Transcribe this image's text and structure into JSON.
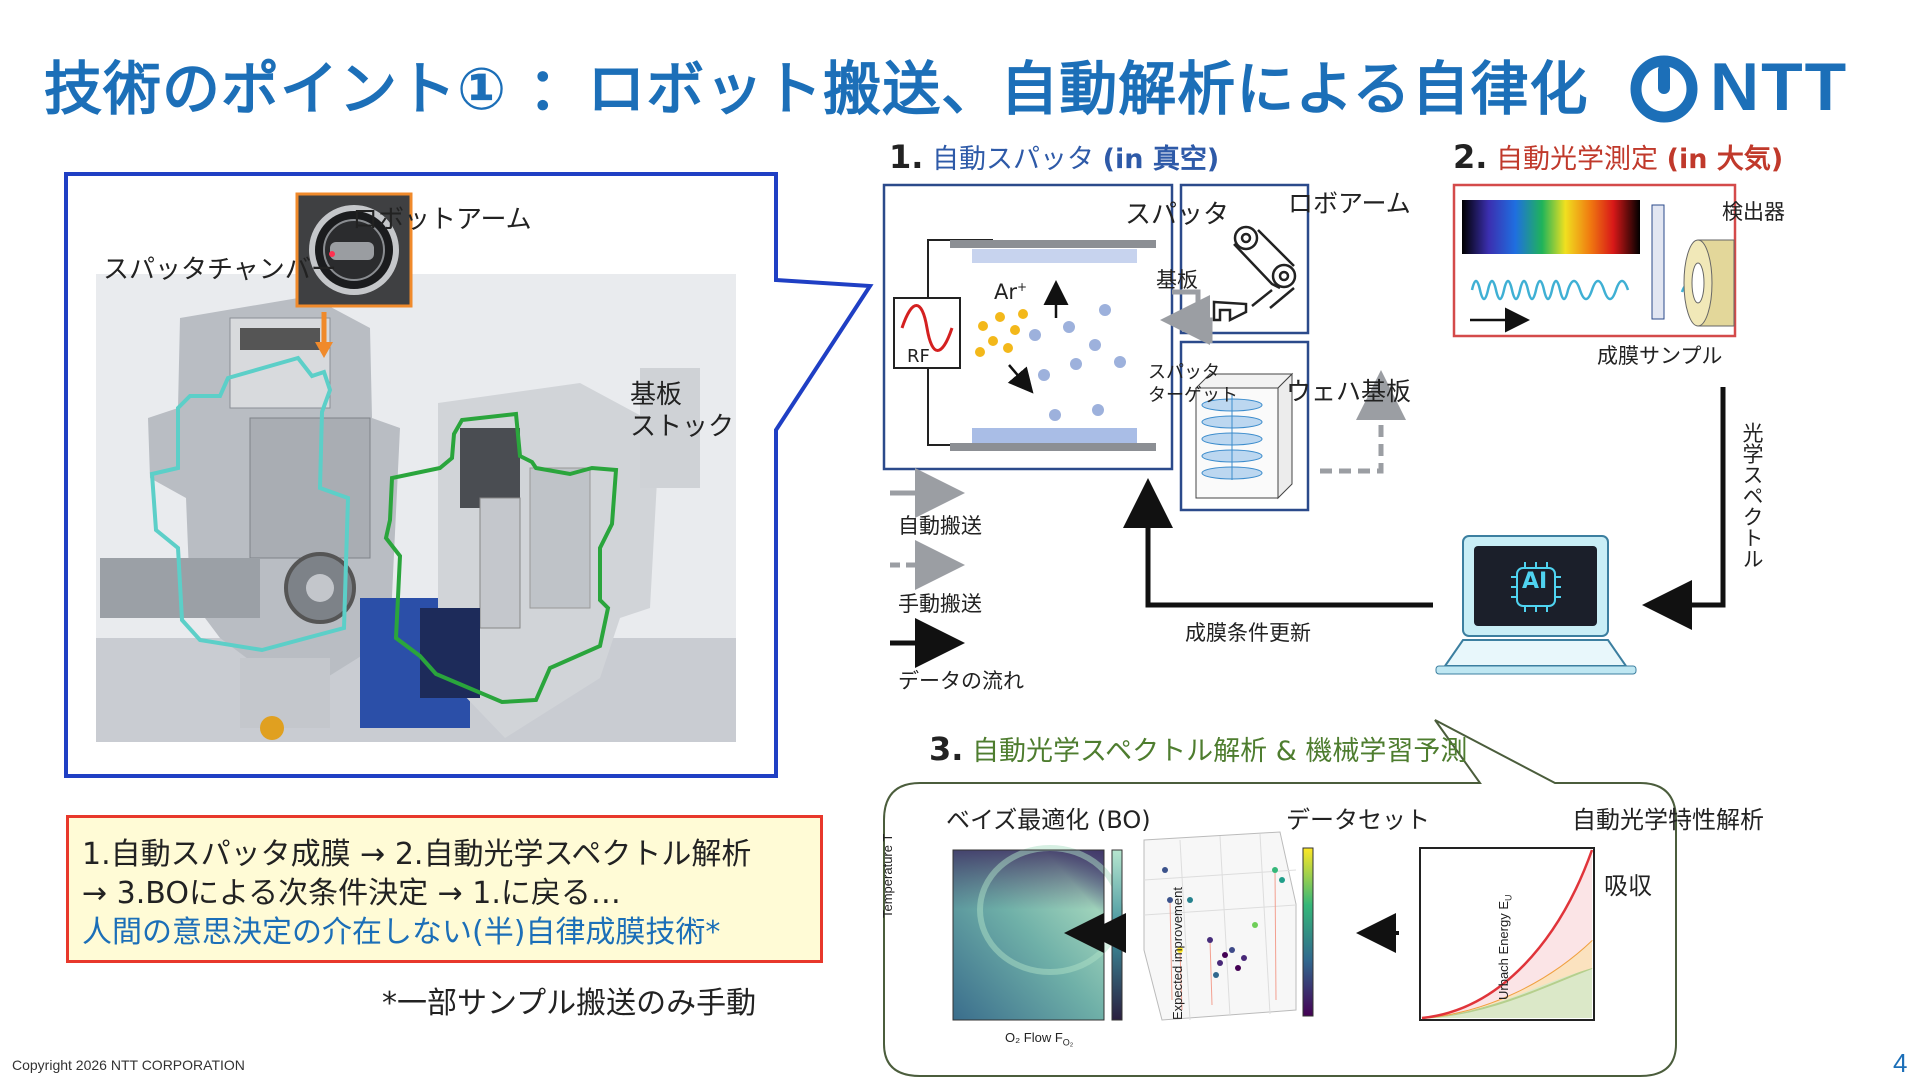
{
  "slide": {
    "title": "技術のポイント① ：ロボット搬送、自動解析による自律化",
    "logo_text": "NTT",
    "copyright": "Copyright 2026 NTT CORPORATION",
    "page_number": "4"
  },
  "photo": {
    "label_chamber": "スパッタチャンバー",
    "label_robot_arm": "ロボットアーム",
    "label_stock_line1": "基板",
    "label_stock_line2": "ストック"
  },
  "summary": {
    "line1": "1.自動スパッタ成膜 → 2.自動光学スペクトル解析",
    "line2": "→ 3.BOによる次条件決定 → 1.に戻る…",
    "line3": "人間の意思決定の介在しない(半)自律成膜技術*",
    "footnote": "*一部サンプル搬送のみ手動"
  },
  "section1": {
    "num": "1.",
    "title": "自動スパッタ",
    "suffix": "(in 真空)",
    "sputter_label": "スパッタ",
    "substrate_label": "基板",
    "ar_label": "Ar",
    "ar_sup": "+",
    "rf_label": "RF",
    "target_line1": "スパッタ",
    "target_line2": "ターゲット"
  },
  "robot": {
    "label": "ロボアーム"
  },
  "wafer": {
    "label": "ウェハ基板"
  },
  "section2": {
    "num": "2.",
    "title": "自動光学測定",
    "suffix": "(in 大気)",
    "detector_label": "検出器",
    "sample_label": "成膜サンプル"
  },
  "legend": {
    "auto_transport": "自動搬送",
    "manual_transport": "手動搬送",
    "data_flow": "データの流れ"
  },
  "flow": {
    "spectrum_label": "光学スペクトル",
    "update_label": "成膜条件更新",
    "ai_label": "AI"
  },
  "section3": {
    "num": "3.",
    "title": "自動光学スペクトル解析 & 機械学習予測",
    "bo_title": "ベイズ最適化 (BO)",
    "dataset_title": "データセット",
    "analysis_title": "自動光学特性解析",
    "absorption_label": "吸収",
    "bo_ylabel": "Temperature T",
    "bo_xlabel": "O₂ Flow F",
    "bo_xlabel_sub": "O₂",
    "bo_cbar_label": "Expected improvement",
    "ds_cbar_label": "Urbach Energy E",
    "ds_cbar_sub": "U"
  },
  "colors": {
    "brand_blue": "#1c6fb8",
    "section1_blue": "#2e5aa8",
    "section2_red": "#c0392b",
    "section3_green": "#4e7d2f",
    "summary_red": "#e8382b",
    "summary_bg": "#fffbd6"
  }
}
